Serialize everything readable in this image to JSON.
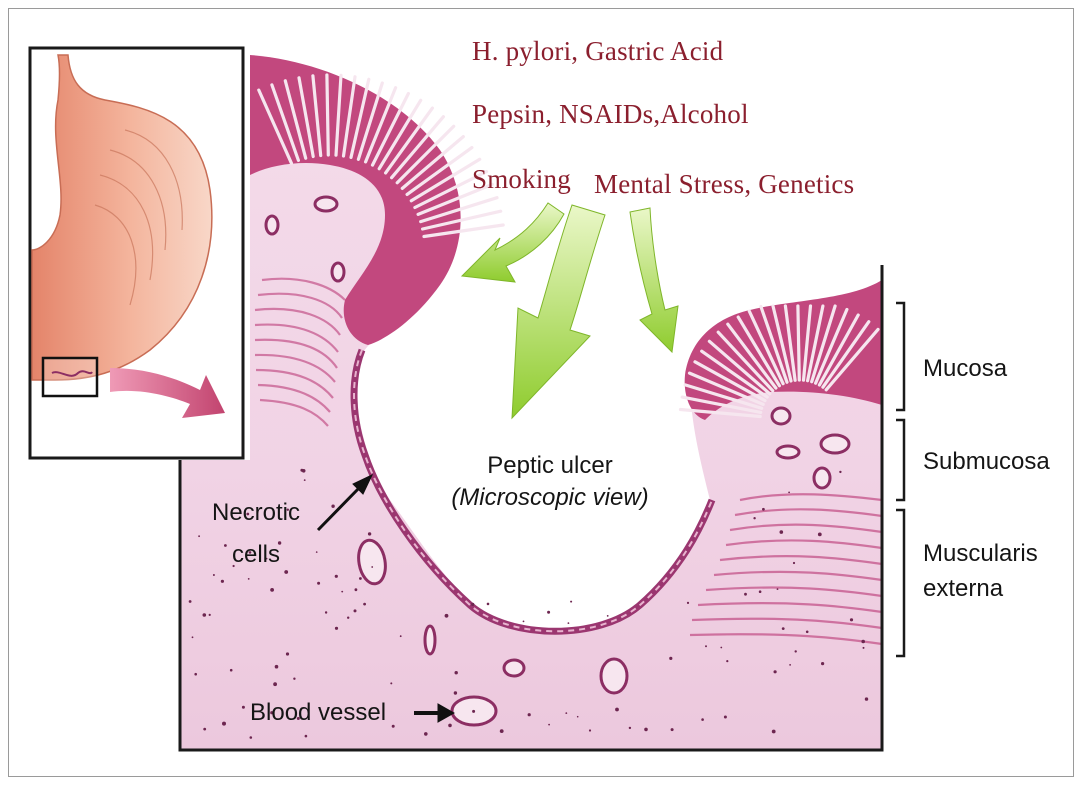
{
  "causes": {
    "line1": "H. pylori, Gastric Acid",
    "line2": "Pepsin, NSAIDs,Alcohol",
    "line3a": "Smoking",
    "line3b": "Mental Stress, Genetics"
  },
  "center_label": {
    "title": "Peptic ulcer",
    "subtitle": "(Microscopic view)"
  },
  "pointer_labels": {
    "necrotic_line1": "Necrotic",
    "necrotic_line2": "cells",
    "blood_vessel": "Blood vessel"
  },
  "layers": {
    "mucosa": "Mucosa",
    "submucosa": "Submucosa",
    "muscularis_line1": "Muscularis",
    "muscularis_line2": "externa"
  },
  "colors": {
    "cause_text": "#8b1f2e",
    "tissue_pink": "#f3d7e8",
    "mucosa_magenta": "#b2386f",
    "arrow_green": "#9bd13b",
    "inset_arrow": "#c2446f"
  }
}
